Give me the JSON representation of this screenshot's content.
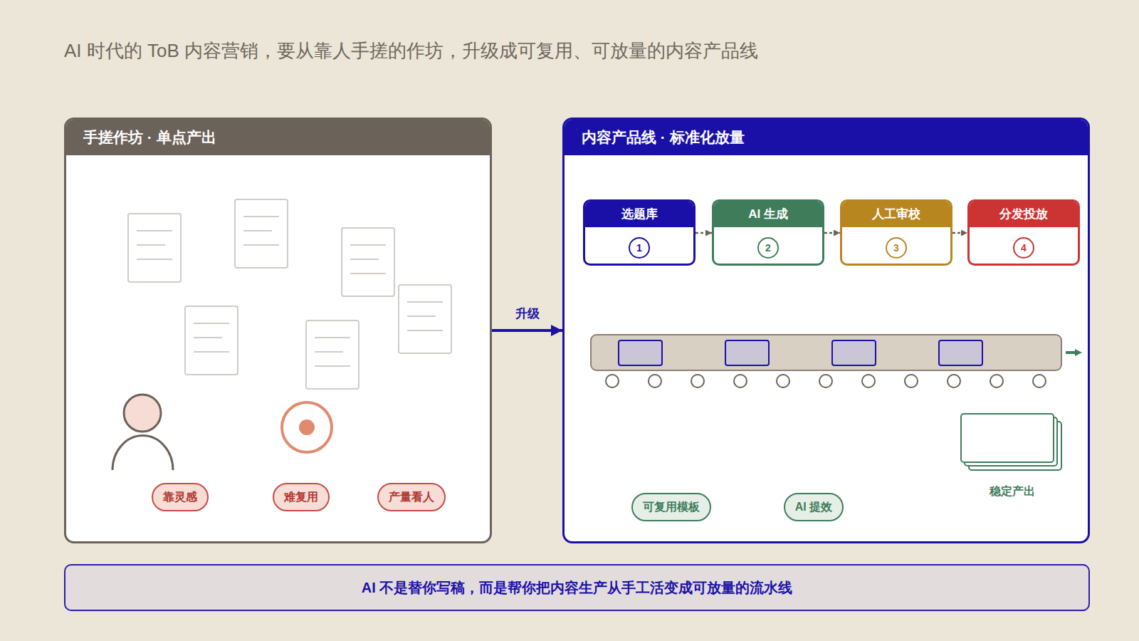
{
  "diagram": {
    "title": "AI 时代的 ToB 内容营销，要从靠人手搓的作坊，升级成可复用、可放量的内容产品线",
    "nodes": [
      {
        "text": [
          "手搓作坊 · 单点产出"
        ]
      },
      {
        "text": [
          "靠灵感"
        ],
        "in": 0
      },
      {
        "text": [
          "难复用"
        ],
        "in": 0
      },
      {
        "text": [
          "产量看人"
        ],
        "in": 0
      },
      {
        "text": [
          "内容产品线 · 标准化放量"
        ]
      },
      {
        "text": [
          "选题库",
          "1"
        ],
        "in": 4
      },
      {
        "text": [
          "AI 生成",
          "2"
        ],
        "in": 4
      },
      {
        "text": [
          "人工审校",
          "3"
        ],
        "in": 4
      },
      {
        "text": [
          "分发投放",
          "4"
        ],
        "in": 4
      },
      {
        "text": [
          "可复用模板"
        ],
        "in": 4
      },
      {
        "text": [
          "AI 提效"
        ],
        "in": 4
      },
      {
        "text": [
          "稳定产出"
        ],
        "in": 4
      },
      {
        "text": [
          "AI 不是替你写稿，而是帮你把内容生产从手工活变成可放量的流水线"
        ]
      }
    ],
    "edges": [
      {
        "from": 0,
        "to": 4,
        "label": "升级",
        "arrow": "to"
      },
      {
        "from": 5,
        "to": 6,
        "arrow": "to"
      },
      {
        "from": 6,
        "to": 7,
        "arrow": "to"
      },
      {
        "from": 7,
        "to": 8,
        "arrow": "to"
      }
    ]
  }
}
